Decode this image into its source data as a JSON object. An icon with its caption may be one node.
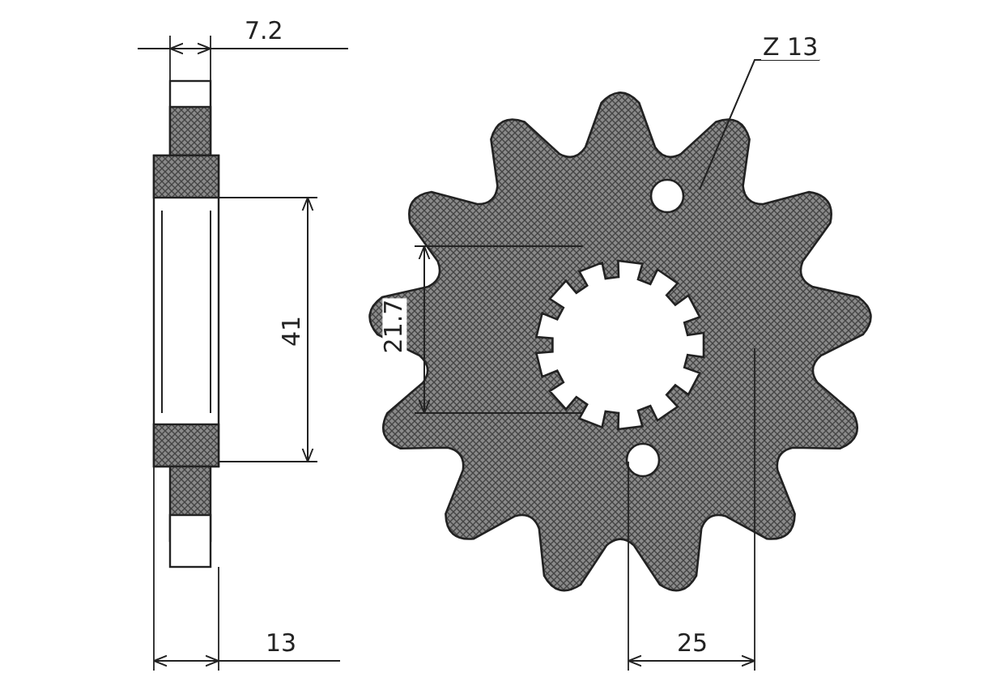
{
  "diagram": {
    "nodes": [
      {
        "text": [
          "Z 13"
        ]
      },
      {
        "text": [],
        "shape": "picture"
      }
    ],
    "edges": [
      {
        "from": 0,
        "to": 1,
        "arrow": "none"
      }
    ],
    "labels": [
      "7.2",
      "21.7",
      "41",
      "13",
      "25"
    ]
  }
}
